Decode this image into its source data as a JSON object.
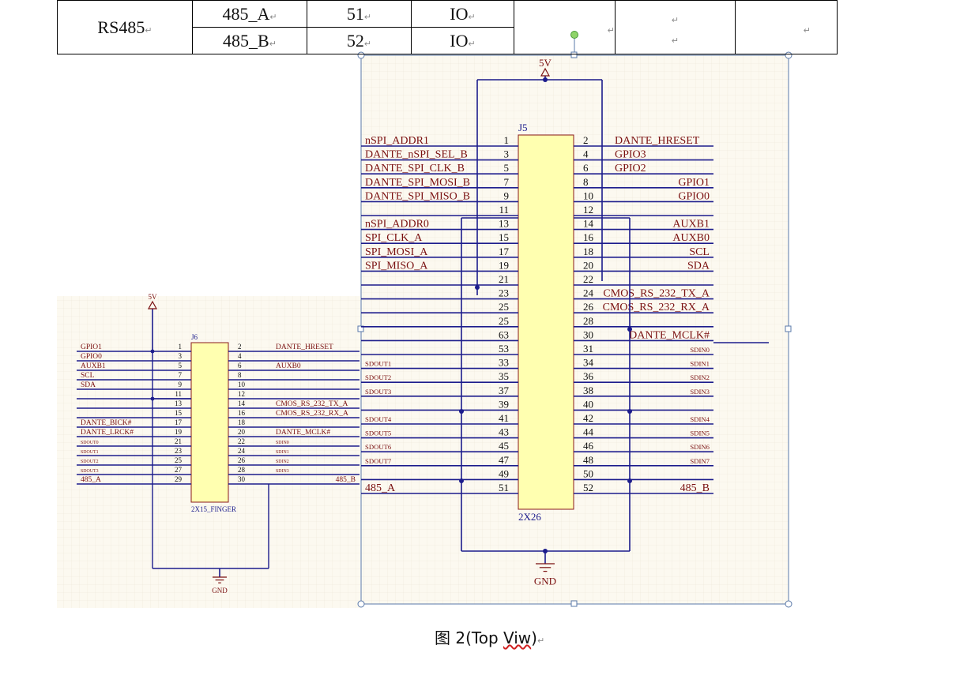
{
  "table": {
    "group_label": "RS485",
    "rows": [
      {
        "signal": "485_A",
        "pin": "51",
        "type": "IO"
      },
      {
        "signal": "485_B",
        "pin": "52",
        "type": "IO"
      }
    ],
    "para_mark": "↵"
  },
  "caption": {
    "prefix": "图 2(Top ",
    "word": "Viw",
    "suffix": ")",
    "mark": "↵"
  },
  "j5": {
    "ref": "J5",
    "value": "2X26",
    "power": "5V",
    "ground": "GND",
    "pins": [
      {
        "n": "1",
        "label": "nSPI_ADDR1"
      },
      {
        "n": "2",
        "label": "DANTE_HRESET"
      },
      {
        "n": "3",
        "label": "DANTE_nSPI_SEL_B"
      },
      {
        "n": "4",
        "label": "GPIO3"
      },
      {
        "n": "5",
        "label": "DANTE_SPI_CLK_B"
      },
      {
        "n": "6",
        "label": "GPIO2"
      },
      {
        "n": "7",
        "label": "DANTE_SPI_MOSI_B"
      },
      {
        "n": "8",
        "label": "GPIO1"
      },
      {
        "n": "9",
        "label": "DANTE_SPI_MISO_B"
      },
      {
        "n": "10",
        "label": "GPIO0"
      },
      {
        "n": "11",
        "label": ""
      },
      {
        "n": "12",
        "label": ""
      },
      {
        "n": "13",
        "label": "nSPI_ADDR0"
      },
      {
        "n": "14",
        "label": "AUXB1"
      },
      {
        "n": "15",
        "label": "SPI_CLK_A"
      },
      {
        "n": "16",
        "label": "AUXB0"
      },
      {
        "n": "17",
        "label": "SPI_MOSI_A"
      },
      {
        "n": "18",
        "label": "SCL"
      },
      {
        "n": "19",
        "label": "SPI_MISO_A"
      },
      {
        "n": "20",
        "label": "SDA"
      },
      {
        "n": "21",
        "label": ""
      },
      {
        "n": "22",
        "label": ""
      },
      {
        "n": "23",
        "label": ""
      },
      {
        "n": "24",
        "label": "CMOS_RS_232_TX_A"
      },
      {
        "n": "25",
        "label": ""
      },
      {
        "n": "26",
        "label": "CMOS_RS_232_RX_A"
      },
      {
        "n": "25",
        "label": ""
      },
      {
        "n": "28",
        "label": ""
      },
      {
        "n": "63",
        "label": ""
      },
      {
        "n": "30",
        "label": "DANTE_MCLK#"
      },
      {
        "n": "53",
        "label": ""
      },
      {
        "n": "31",
        "label": "SDIN0"
      },
      {
        "n": "33",
        "label": "SDOUT1"
      },
      {
        "n": "34",
        "label": "SDIN1"
      },
      {
        "n": "35",
        "label": "SDOUT2"
      },
      {
        "n": "36",
        "label": "SDIN2"
      },
      {
        "n": "37",
        "label": "SDOUT3"
      },
      {
        "n": "38",
        "label": "SDIN3"
      },
      {
        "n": "39",
        "label": ""
      },
      {
        "n": "40",
        "label": ""
      },
      {
        "n": "41",
        "label": "SDOUT4"
      },
      {
        "n": "42",
        "label": "SDIN4"
      },
      {
        "n": "43",
        "label": "SDOUT5"
      },
      {
        "n": "44",
        "label": "SDIN5"
      },
      {
        "n": "45",
        "label": "SDOUT6"
      },
      {
        "n": "46",
        "label": "SDIN6"
      },
      {
        "n": "47",
        "label": "SDOUT7"
      },
      {
        "n": "48",
        "label": "SDIN7"
      },
      {
        "n": "49",
        "label": ""
      },
      {
        "n": "50",
        "label": ""
      },
      {
        "n": "51",
        "label": "485_A"
      },
      {
        "n": "52",
        "label": "485_B"
      }
    ]
  },
  "j6": {
    "ref": "J6",
    "value": "2X15_FINGER",
    "power": "5V",
    "ground": "GND",
    "pins": [
      {
        "n": "1",
        "label": "GPIO1"
      },
      {
        "n": "2",
        "label": "DANTE_HRESET"
      },
      {
        "n": "3",
        "label": "GPIO0"
      },
      {
        "n": "4",
        "label": ""
      },
      {
        "n": "5",
        "label": "AUXB1"
      },
      {
        "n": "6",
        "label": "AUXB0"
      },
      {
        "n": "7",
        "label": "SCL"
      },
      {
        "n": "8",
        "label": ""
      },
      {
        "n": "9",
        "label": "SDA"
      },
      {
        "n": "10",
        "label": ""
      },
      {
        "n": "11",
        "label": ""
      },
      {
        "n": "12",
        "label": ""
      },
      {
        "n": "13",
        "label": ""
      },
      {
        "n": "14",
        "label": "CMOS_RS_232_TX_A"
      },
      {
        "n": "15",
        "label": ""
      },
      {
        "n": "16",
        "label": "CMOS_RS_232_RX_A"
      },
      {
        "n": "17",
        "label": "DANTE_BICK#"
      },
      {
        "n": "18",
        "label": ""
      },
      {
        "n": "19",
        "label": "DANTE_LRCK#"
      },
      {
        "n": "20",
        "label": "DANTE_MCLK#"
      },
      {
        "n": "21",
        "label": "SDOUT0"
      },
      {
        "n": "22",
        "label": "SDIN0"
      },
      {
        "n": "23",
        "label": "SDOUT1"
      },
      {
        "n": "24",
        "label": "SDIN1"
      },
      {
        "n": "25",
        "label": "SDOUT2"
      },
      {
        "n": "26",
        "label": "SDIN2"
      },
      {
        "n": "27",
        "label": "SDOUT3"
      },
      {
        "n": "28",
        "label": "SDIN3"
      },
      {
        "n": "29",
        "label": "485_A"
      },
      {
        "n": "30",
        "label": "485_B"
      }
    ]
  },
  "colors": {
    "wire": "#1c1c8c",
    "label": "#7a1010",
    "part_fill": "#ffffb0",
    "part_stroke": "#8a1a1a",
    "grid": "#ece6d8",
    "sheet": "#fcf9f0",
    "selection": "#5a78a8"
  }
}
